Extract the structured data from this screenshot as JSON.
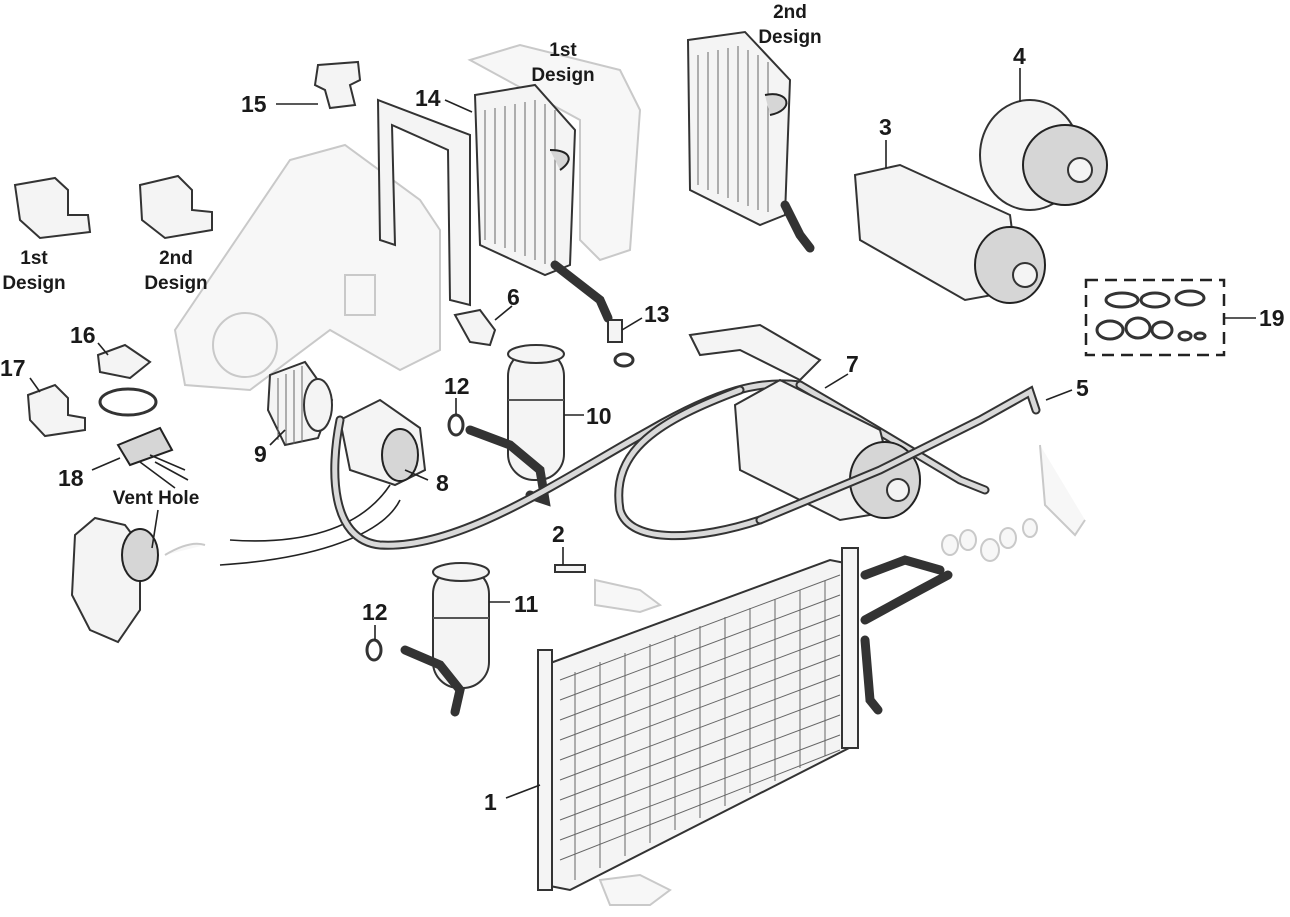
{
  "callouts": {
    "c1": "1",
    "c2": "2",
    "c3": "3",
    "c4": "4",
    "c5": "5",
    "c6": "6",
    "c7": "7",
    "c8": "8",
    "c9": "9",
    "c10": "10",
    "c11": "11",
    "c12a": "12",
    "c12b": "12",
    "c13": "13",
    "c14": "14",
    "c15": "15",
    "c16": "16",
    "c17": "17",
    "c18": "18",
    "c19": "19"
  },
  "captions": {
    "relay1_line1": "1st",
    "relay1_line2": "Design",
    "relay2_line1": "2nd",
    "relay2_line2": "Design",
    "evap1_line1": "1st",
    "evap1_line2": "Design",
    "evap2_line1": "2nd",
    "evap2_line2": "Design",
    "vent_hole": "Vent Hole"
  },
  "colors": {
    "ink": "#1a1a1a",
    "part_fill": "#f4f4f4",
    "ghost_outline": "#c9c9c9"
  }
}
